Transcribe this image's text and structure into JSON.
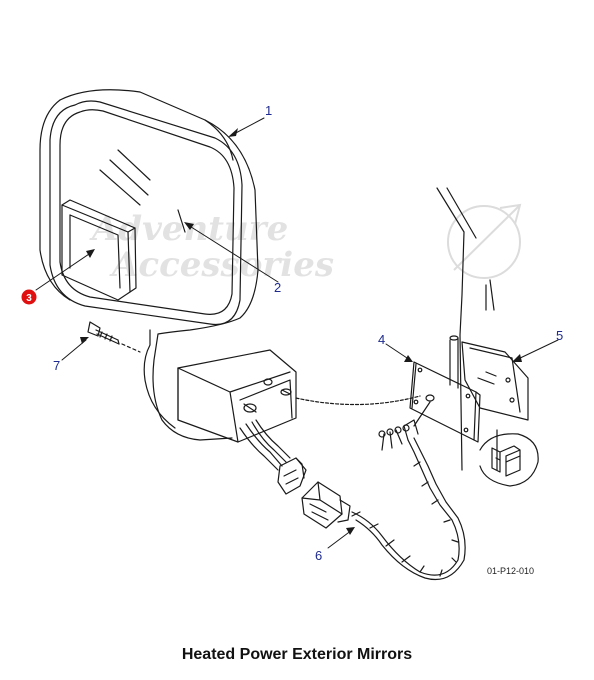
{
  "title": "Heated Power Exterior Mirrors",
  "diagram_code": "01-P12-010",
  "watermark": {
    "line1": "Adventure",
    "line2": "Accessories"
  },
  "callouts": [
    {
      "id": "1",
      "label": "1"
    },
    {
      "id": "2",
      "label": "2"
    },
    {
      "id": "3",
      "label": "3",
      "highlight": true,
      "color": "#e01010"
    },
    {
      "id": "4",
      "label": "4"
    },
    {
      "id": "5",
      "label": "5"
    },
    {
      "id": "6",
      "label": "6"
    },
    {
      "id": "7",
      "label": "7"
    }
  ],
  "colors": {
    "callout_text": "#1f2b8f",
    "highlight_badge": "#e01010",
    "line_art": "#1a1a1a"
  }
}
